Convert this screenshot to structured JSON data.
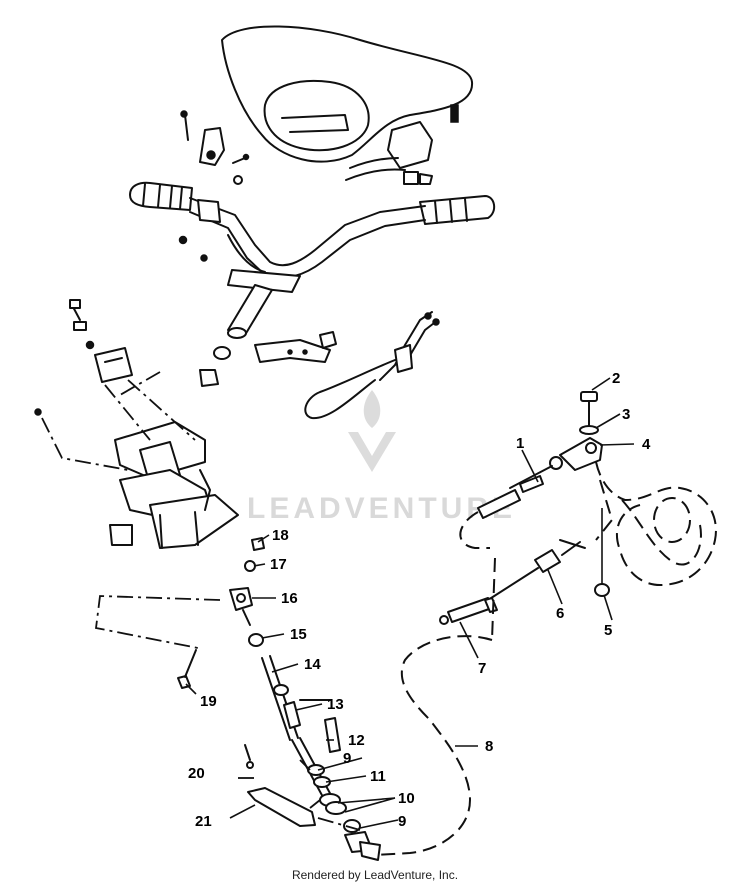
{
  "watermark": {
    "brand": "LEADVENTURE"
  },
  "footer": {
    "text": "Rendered by LeadVenture, Inc."
  },
  "callouts": [
    {
      "id": "1",
      "text": "1"
    },
    {
      "id": "2",
      "text": "2"
    },
    {
      "id": "3",
      "text": "3"
    },
    {
      "id": "4",
      "text": "4"
    },
    {
      "id": "5",
      "text": "5"
    },
    {
      "id": "6",
      "text": "6"
    },
    {
      "id": "7",
      "text": "7"
    },
    {
      "id": "8",
      "text": "8"
    },
    {
      "id": "9a",
      "text": "9"
    },
    {
      "id": "9b",
      "text": "9"
    },
    {
      "id": "10",
      "text": "10"
    },
    {
      "id": "11",
      "text": "11"
    },
    {
      "id": "12",
      "text": "12"
    },
    {
      "id": "13",
      "text": "13"
    },
    {
      "id": "14",
      "text": "14"
    },
    {
      "id": "15",
      "text": "15"
    },
    {
      "id": "16",
      "text": "16"
    },
    {
      "id": "17",
      "text": "17"
    },
    {
      "id": "18",
      "text": "18"
    },
    {
      "id": "19",
      "text": "19"
    },
    {
      "id": "20",
      "text": "20"
    },
    {
      "id": "21",
      "text": "21"
    }
  ]
}
